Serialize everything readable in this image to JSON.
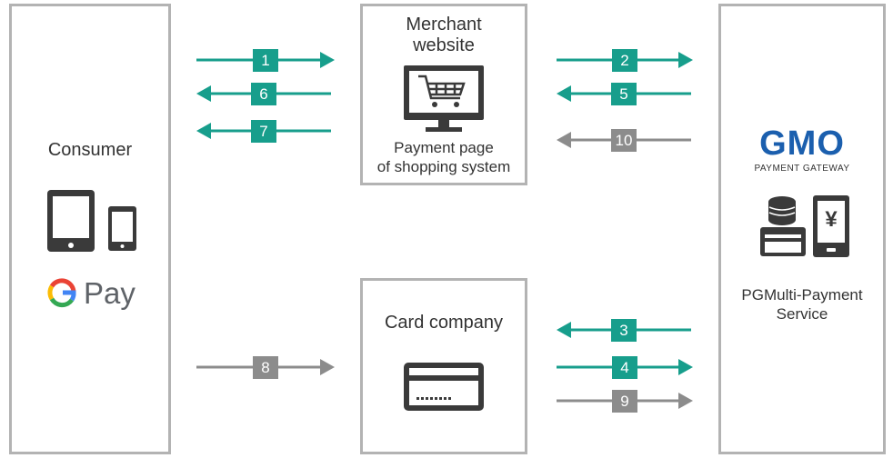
{
  "consumer": {
    "label": "Consumer",
    "gpay_text": "Pay"
  },
  "merchant": {
    "title": "Merchant\nwebsite",
    "caption": "Payment page\nof shopping system"
  },
  "card_company": {
    "title": "Card company"
  },
  "gateway": {
    "logo_text": "GMO",
    "logo_subtitle": "PAYMENT GATEWAY",
    "service_label": "PGMulti-Payment\nService",
    "yen_symbol": "¥"
  },
  "colors": {
    "teal": "#179e8c",
    "gray": "#8c8c8c",
    "border": "#b3b3b3",
    "gmo_blue": "#1b5fae"
  },
  "arrows": [
    {
      "num": "1",
      "color": "teal",
      "direction": "right"
    },
    {
      "num": "6",
      "color": "teal",
      "direction": "left"
    },
    {
      "num": "7",
      "color": "teal",
      "direction": "left"
    },
    {
      "num": "2",
      "color": "teal",
      "direction": "right"
    },
    {
      "num": "5",
      "color": "teal",
      "direction": "left"
    },
    {
      "num": "10",
      "color": "gray",
      "direction": "left"
    },
    {
      "num": "8",
      "color": "gray",
      "direction": "right"
    },
    {
      "num": "3",
      "color": "teal",
      "direction": "left"
    },
    {
      "num": "4",
      "color": "teal",
      "direction": "right"
    },
    {
      "num": "9",
      "color": "gray",
      "direction": "right"
    }
  ]
}
